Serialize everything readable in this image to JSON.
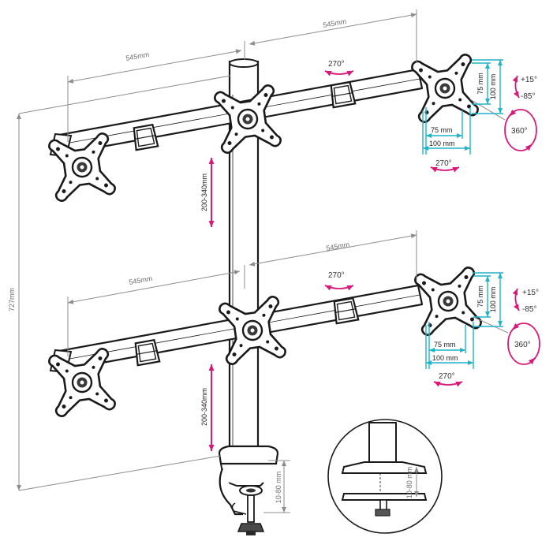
{
  "colors": {
    "cyan": "#1fb4c8",
    "magenta": "#d8197a",
    "grey": "#8c8c8c",
    "line": "#1a1a1a"
  },
  "dims": {
    "arm_left_top": "545mm",
    "arm_right_top": "545mm",
    "arm_left_bottom": "545mm",
    "arm_right_bottom": "545mm",
    "total_height": "727mm",
    "height_adjust_top": "200-340mm",
    "height_adjust_bottom": "200-340mm",
    "desk_thickness": "10-80 mm",
    "desk_thickness_inset": "10-80 mm"
  },
  "vesa": {
    "top": {
      "w75": "75 mm",
      "w100": "100 mm",
      "h75": "75 mm",
      "h100": "100 mm"
    },
    "bottom": {
      "w75": "75 mm",
      "w100": "100 mm",
      "h75": "75 mm",
      "h100": "100 mm"
    }
  },
  "angles": {
    "swivel_top_upper": "270°",
    "swivel_top_lower": "270°",
    "swivel_bottom_upper": "270°",
    "swivel_bottom_lower": "270°",
    "tilt_top_up": "+15°",
    "tilt_top_down": "-85°",
    "tilt_bottom_up": "+15°",
    "tilt_bottom_down": "-85°",
    "rotate_top": "360°",
    "rotate_bottom": "360°"
  }
}
